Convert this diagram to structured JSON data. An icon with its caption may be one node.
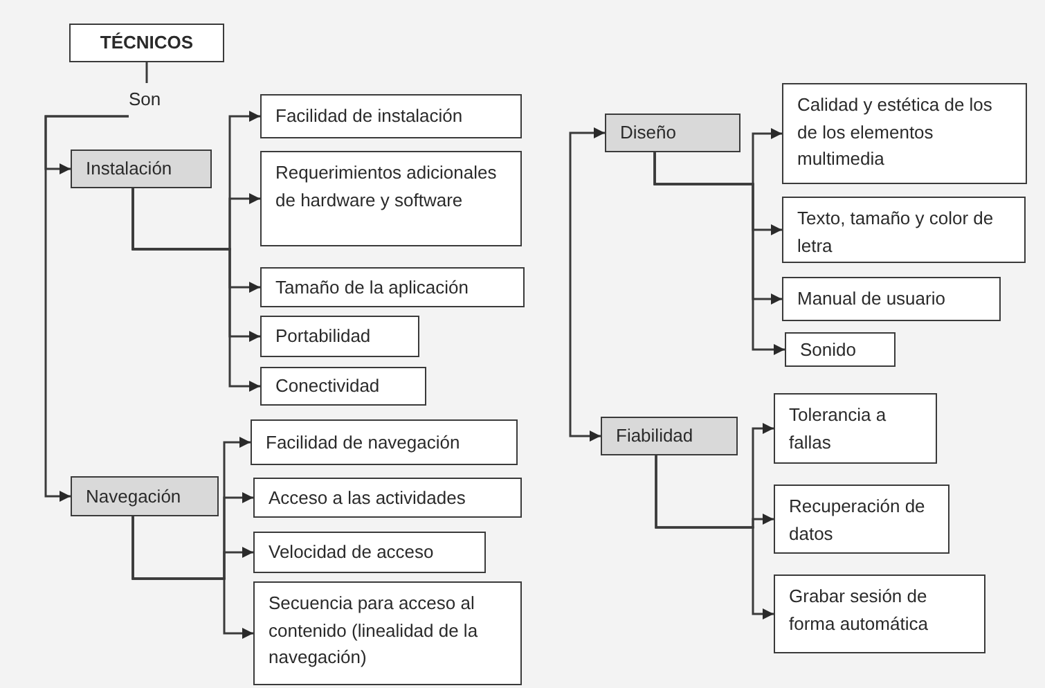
{
  "diagram": {
    "nodes": [
      {
        "text": [
          "TÉCNICOS"
        ]
      },
      {
        "text": [
          "Son"
        ]
      },
      {
        "text": [
          "Instalación"
        ]
      },
      {
        "text": [
          "Facilidad de instalación"
        ]
      },
      {
        "text": [
          "Requerimientos adicionales de hardware y software"
        ]
      },
      {
        "text": [
          "Tamaño de la aplicación"
        ]
      },
      {
        "text": [
          "Portabilidad"
        ]
      },
      {
        "text": [
          "Conectividad"
        ]
      },
      {
        "text": [
          "Navegación"
        ]
      },
      {
        "text": [
          "Facilidad de navegación"
        ]
      },
      {
        "text": [
          "Acceso a las actividades"
        ]
      },
      {
        "text": [
          "Velocidad de acceso"
        ]
      },
      {
        "text": [
          "Secuencia para acceso al contenido (linealidad de la navegación)"
        ]
      },
      {
        "text": [
          "Diseño"
        ]
      },
      {
        "text": [
          "Calidad y estética de los de los elementos multimedia"
        ]
      },
      {
        "text": [
          "Texto, tamaño y color de letra"
        ]
      },
      {
        "text": [
          "Manual de usuario"
        ]
      },
      {
        "text": [
          "Sonido"
        ]
      },
      {
        "text": [
          "Fiabilidad"
        ]
      },
      {
        "text": [
          "Tolerancia a fallas"
        ]
      },
      {
        "text": [
          "Recuperación de datos"
        ]
      },
      {
        "text": [
          "Grabar sesión de forma automática"
        ]
      }
    ],
    "edges": [
      {
        "from": 0,
        "to": 1,
        "arrow": "none"
      },
      {
        "from": 1,
        "to": 2,
        "arrow": "to"
      },
      {
        "from": 1,
        "to": 8,
        "arrow": "to"
      },
      {
        "from": 2,
        "to": 3,
        "arrow": "to"
      },
      {
        "from": 2,
        "to": 4,
        "arrow": "to"
      },
      {
        "from": 2,
        "to": 5,
        "arrow": "to"
      },
      {
        "from": 2,
        "to": 6,
        "arrow": "to"
      },
      {
        "from": 2,
        "to": 7,
        "arrow": "to"
      },
      {
        "from": 8,
        "to": 9,
        "arrow": "to"
      },
      {
        "from": 8,
        "to": 10,
        "arrow": "to"
      },
      {
        "from": 8,
        "to": 11,
        "arrow": "to"
      },
      {
        "from": 8,
        "to": 12,
        "arrow": "to"
      },
      {
        "from": null,
        "to": 13,
        "arrow": "to"
      },
      {
        "from": null,
        "to": 18,
        "arrow": "to"
      },
      {
        "from": 13,
        "to": 14,
        "arrow": "to"
      },
      {
        "from": 13,
        "to": 15,
        "arrow": "to"
      },
      {
        "from": 13,
        "to": 16,
        "arrow": "to"
      },
      {
        "from": 13,
        "to": 17,
        "arrow": "to"
      },
      {
        "from": 18,
        "to": 19,
        "arrow": "to"
      },
      {
        "from": 18,
        "to": 20,
        "arrow": "to"
      },
      {
        "from": 18,
        "to": 21,
        "arrow": "to"
      }
    ]
  }
}
